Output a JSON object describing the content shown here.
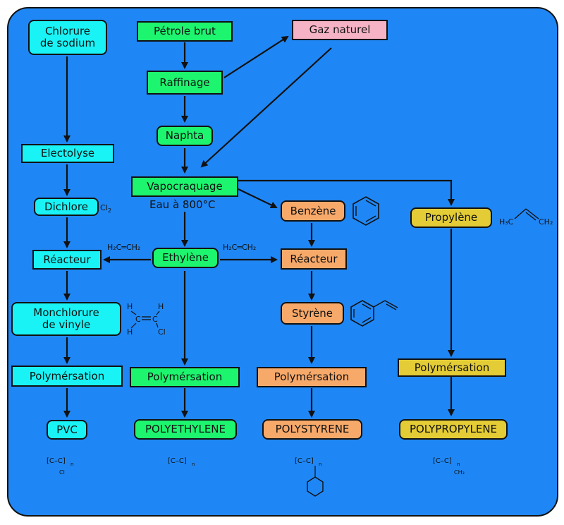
{
  "nodes": {
    "chlorure": "Chlorure\nde sodium",
    "petrole": "Pétrole brut",
    "gaz": "Gaz naturel",
    "raffinage": "Raffinage",
    "naphta": "Naphta",
    "electolyse": "Electolyse",
    "vapocraquage": "Vapocraquage",
    "vapocraquage_note": "Eau à 800°C",
    "dichlore": "Dichlore",
    "benzene": "Benzène",
    "propylene": "Propylène",
    "reacteur_left": "Réacteur",
    "ethylene": "Ethylène",
    "reacteur_right": "Réacteur",
    "monochlorure": "Monchlorure\nde vinyle",
    "styrene": "Styrène",
    "poly_cyan": "Polymérsation",
    "poly_green": "Polymérsation",
    "poly_orange": "Polymérsation",
    "poly_yellow": "Polymérsation",
    "pvc": "PVC",
    "polyethylene": "POLYETHYLENE",
    "polystyrene": "POLYSTYRENE",
    "polypropylene": "POLYPROPYLENE"
  },
  "formulas": {
    "cl2_main": "Cl",
    "cl2_sub": "2",
    "ethene_left": "H₂C═CH₂",
    "ethene_right": "H₂C═CH₂",
    "propene_h3c": "H₃C",
    "propene_ch2": "CH₂",
    "vinyl_h1": "H",
    "vinyl_h2": "H",
    "vinyl_h3": "H",
    "vinyl_c1": "C",
    "vinyl_c2": "C",
    "vinyl_cl": "Cl",
    "pvc_unit": "[C–C]",
    "pvc_sub": "Cl",
    "pe_unit": "[C–C]",
    "ps_unit": "[C–C]",
    "pp_unit": "[C–C]",
    "pp_sub": "CH₃",
    "n": "n"
  },
  "colors": {
    "panel": "#1f87f5",
    "cyan": "#19f3f5",
    "green": "#1df56f",
    "orange": "#f7a96a",
    "yellow": "#e3cc35",
    "pink": "#f6b3c6"
  }
}
